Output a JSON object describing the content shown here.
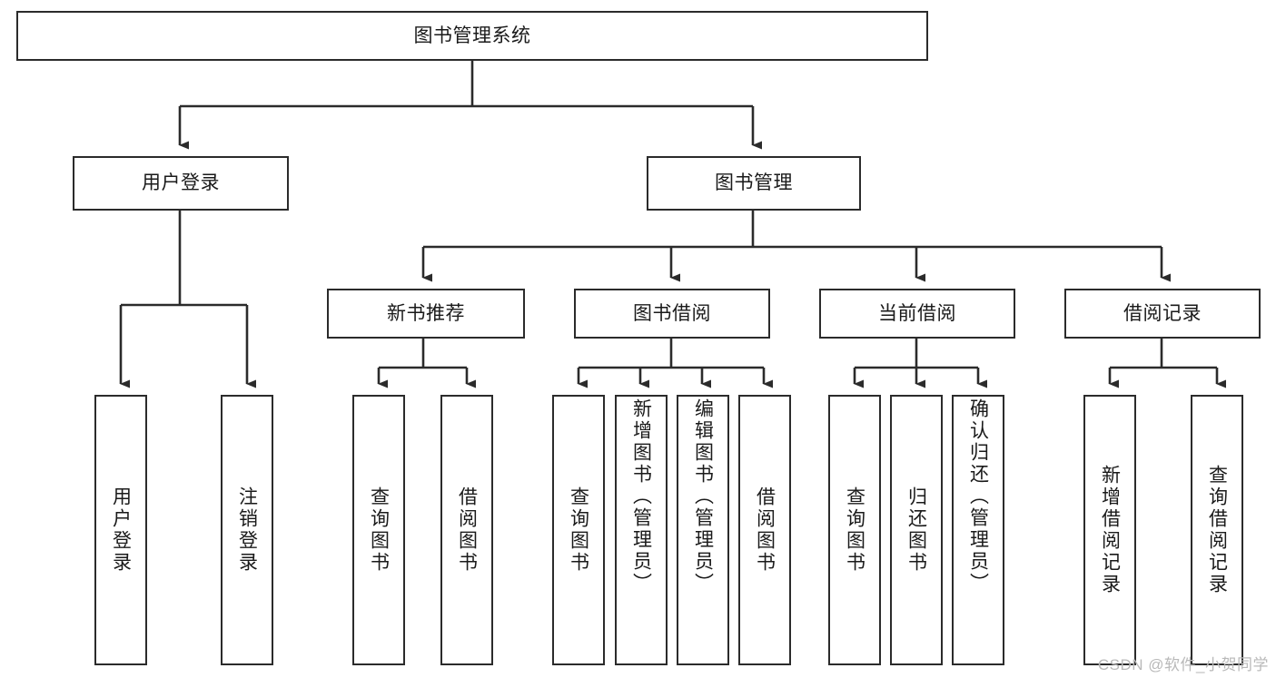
{
  "diagram": {
    "type": "tree-hierarchy",
    "title": "图书管理系统",
    "root": {
      "id": "root",
      "label": "图书管理系统"
    },
    "level2": [
      {
        "id": "user-login",
        "label": "用户登录"
      },
      {
        "id": "book-manage",
        "label": "图书管理"
      }
    ],
    "level3": [
      {
        "id": "new-book-recommend",
        "label": "新书推荐"
      },
      {
        "id": "book-borrow",
        "label": "图书借阅"
      },
      {
        "id": "current-borrow",
        "label": "当前借阅"
      },
      {
        "id": "borrow-record",
        "label": "借阅记录"
      }
    ],
    "leaves": [
      {
        "id": "leaf-user-login",
        "label": "用户登录",
        "parent": "user-login"
      },
      {
        "id": "leaf-user-logout",
        "label": "注销登录",
        "parent": "user-login"
      },
      {
        "id": "leaf-query-book-1",
        "label": "查询图书",
        "parent": "new-book-recommend"
      },
      {
        "id": "leaf-borrow-book-1",
        "label": "借阅图书",
        "parent": "new-book-recommend"
      },
      {
        "id": "leaf-query-book-2",
        "label": "查询图书",
        "parent": "book-borrow"
      },
      {
        "id": "leaf-add-book",
        "label": "新增图书（管理员）",
        "parent": "book-borrow"
      },
      {
        "id": "leaf-edit-book",
        "label": "编辑图书（管理员）",
        "parent": "book-borrow"
      },
      {
        "id": "leaf-borrow-book-2",
        "label": "借阅图书",
        "parent": "book-borrow"
      },
      {
        "id": "leaf-query-book-3",
        "label": "查询图书",
        "parent": "current-borrow"
      },
      {
        "id": "leaf-return-book",
        "label": "归还图书",
        "parent": "current-borrow"
      },
      {
        "id": "leaf-confirm-return",
        "label": "确认归还（管理员）",
        "parent": "current-borrow"
      },
      {
        "id": "leaf-add-record",
        "label": "新增借阅记录",
        "parent": "borrow-record"
      },
      {
        "id": "leaf-query-record",
        "label": "查询借阅记录",
        "parent": "borrow-record"
      }
    ],
    "colors": {
      "stroke": "#2b2b2b",
      "fill": "#ffffff",
      "text": "#1a1a1a",
      "watermark": "#b9b9b9"
    }
  },
  "watermark": {
    "text": "CSDN @软件_小贺同学"
  }
}
